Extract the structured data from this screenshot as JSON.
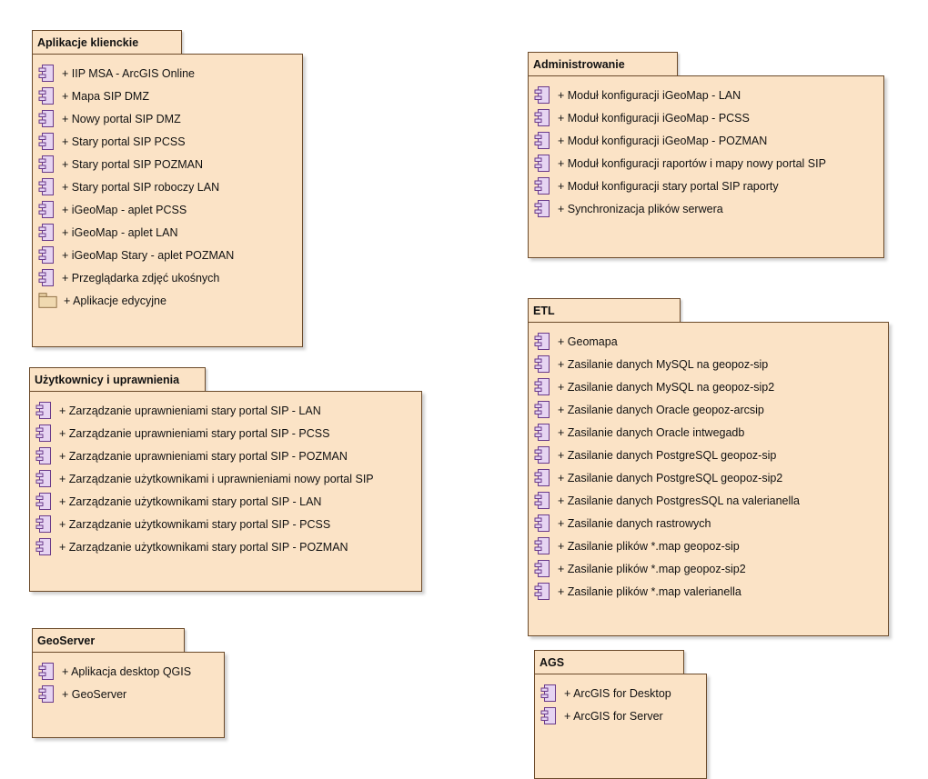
{
  "packages": [
    {
      "title": "Aplikacje klienckie",
      "items": [
        {
          "label": "+ IIP MSA - ArcGIS Online",
          "icon": "component-icon"
        },
        {
          "label": "+ Mapa SIP DMZ",
          "icon": "component-icon"
        },
        {
          "label": "+ Nowy portal SIP DMZ",
          "icon": "component-icon"
        },
        {
          "label": "+ Stary portal SIP PCSS",
          "icon": "component-icon"
        },
        {
          "label": "+ Stary portal SIP POZMAN",
          "icon": "component-icon"
        },
        {
          "label": "+ Stary portal SIP roboczy LAN",
          "icon": "component-icon"
        },
        {
          "label": "+ iGeoMap - aplet PCSS",
          "icon": "component-icon"
        },
        {
          "label": "+ iGeoMap - aplet LAN",
          "icon": "component-icon"
        },
        {
          "label": "+ iGeoMap Stary - aplet POZMAN",
          "icon": "component-icon"
        },
        {
          "label": "+ Przeglądarka zdjęć ukośnych",
          "icon": "component-icon"
        },
        {
          "label": "+ Aplikacje edycyjne",
          "icon": "package-icon"
        }
      ]
    },
    {
      "title": "Administrowanie",
      "items": [
        {
          "label": "+ Moduł konfiguracji iGeoMap - LAN",
          "icon": "component-icon"
        },
        {
          "label": "+ Moduł konfiguracji iGeoMap - PCSS",
          "icon": "component-icon"
        },
        {
          "label": "+ Moduł konfiguracji iGeoMap - POZMAN",
          "icon": "component-icon"
        },
        {
          "label": "+ Moduł konfiguracji raportów i  mapy nowy portal SIP",
          "icon": "component-icon"
        },
        {
          "label": "+ Moduł konfiguracji stary portal SIP raporty",
          "icon": "component-icon"
        },
        {
          "label": "+ Synchronizacja plików serwera",
          "icon": "component-icon"
        }
      ]
    },
    {
      "title": "ETL",
      "items": [
        {
          "label": "+ Geomapa",
          "icon": "component-icon"
        },
        {
          "label": "+ Zasilanie danych MySQL na geopoz-sip",
          "icon": "component-icon"
        },
        {
          "label": "+ Zasilanie danych MySQL na geopoz-sip2",
          "icon": "component-icon"
        },
        {
          "label": "+ Zasilanie danych Oracle geopoz-arcsip",
          "icon": "component-icon"
        },
        {
          "label": "+ Zasilanie danych Oracle intwegadb",
          "icon": "component-icon"
        },
        {
          "label": "+ Zasilanie danych PostgreSQL geopoz-sip",
          "icon": "component-icon"
        },
        {
          "label": "+ Zasilanie danych PostgreSQL geopoz-sip2",
          "icon": "component-icon"
        },
        {
          "label": "+ Zasilanie danych PostgresSQL na valerianella",
          "icon": "component-icon"
        },
        {
          "label": "+ Zasilanie danych rastrowych",
          "icon": "component-icon"
        },
        {
          "label": "+ Zasilanie plików *.map geopoz-sip",
          "icon": "component-icon"
        },
        {
          "label": "+ Zasilanie plików *.map geopoz-sip2",
          "icon": "component-icon"
        },
        {
          "label": "+ Zasilanie plików *.map valerianella",
          "icon": "component-icon"
        }
      ]
    },
    {
      "title": "Użytkownicy i uprawnienia",
      "items": [
        {
          "label": "+ Zarządzanie uprawnieniami stary portal SIP - LAN",
          "icon": "component-icon"
        },
        {
          "label": "+ Zarządzanie uprawnieniami stary portal SIP - PCSS",
          "icon": "component-icon"
        },
        {
          "label": "+ Zarządzanie uprawnieniami stary portal SIP - POZMAN",
          "icon": "component-icon"
        },
        {
          "label": "+ Zarządzanie użytkownikami i uprawnieniami nowy portal SIP",
          "icon": "component-icon"
        },
        {
          "label": "+ Zarządzanie użytkownikami stary portal SIP - LAN",
          "icon": "component-icon"
        },
        {
          "label": "+ Zarządzanie użytkownikami stary portal SIP - PCSS",
          "icon": "component-icon"
        },
        {
          "label": "+ Zarządzanie użytkownikami stary portal SIP - POZMAN",
          "icon": "component-icon"
        }
      ]
    },
    {
      "title": "GeoServer",
      "items": [
        {
          "label": "+ Aplikacja desktop QGIS",
          "icon": "component-icon"
        },
        {
          "label": "+ GeoServer",
          "icon": "component-icon"
        }
      ]
    },
    {
      "title": "AGS",
      "items": [
        {
          "label": "+ ArcGIS for Desktop",
          "icon": "component-icon"
        },
        {
          "label": "+ ArcGIS  for Server",
          "icon": "component-icon"
        }
      ]
    }
  ]
}
